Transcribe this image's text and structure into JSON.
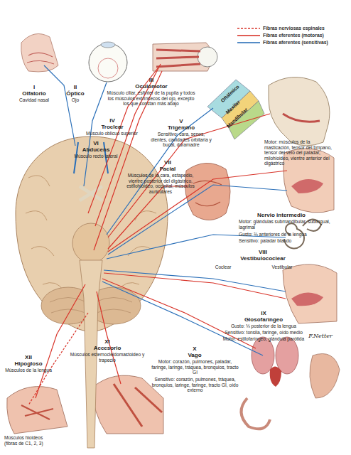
{
  "diagram": {
    "labels": [
      "I",
      "Olfatorio",
      "Cavidad nasal",
      "II",
      "Óptico",
      "Ojo",
      "III",
      "Oculomotor",
      "Músculo ciliar, esfínter de la pupila y todos los músculos extrínsecos del ojo, excepto los que constan más abajo",
      "IV",
      "Troclear",
      "Músculo oblicuo superior",
      "VI",
      "Abducens",
      "Músculo recto lateral",
      "V",
      "Trigémino",
      "Sensitivo: cara, senos, dientes, cavidades orbitaria y bucal, duramadre",
      "Oftálmico",
      "Maxilar",
      "Mandibular",
      "Motor: músculos de la masticación, tensor del tímpano, tensor del velo del paladar, milohioideo, vientre anterior del digástrico",
      "VII",
      "Facial",
      "Músculos de la cara, estapedio, vientre posterior del digástrico, estilohioideo, occipital, músculos auriculares",
      "Nervio intermedio",
      "Motor: glándulas submandibular, sublingual, lagrimal",
      "Gusto: ⅔ anteriores de la lengua",
      "Sensitivo: paladar blando",
      "VIII",
      "Vestibulococlear",
      "Coclear",
      "Vestibular",
      "IX",
      "Glosofaríngeo",
      "Gusto: ⅓ posterior de la lengua",
      "Sensitivo: tonsila, faringe, oído medio",
      "Motor: estilofaríngeo, glándula parótida",
      "X",
      "Vago",
      "Motor: corazón, pulmones, paladar, faringe, laringe, tráquea, bronquios, tracto GI",
      "Sensitivo: corazón, pulmones, tráquea, bronquios, laringe, faringe, tracto GI, oído externo",
      "XI",
      "Accesorio",
      "Músculos esternocleidomastoideo y trapecio",
      "XII",
      "Hipogloso",
      "Músculos de la lengua",
      "Músculos hioideos (fibras de C1, 2, 3)",
      "F.Netter"
    ],
    "legend": [
      {
        "text": "Fibras nerviosas espinales"
      },
      {
        "text": "Fibras eferentes (motoras)"
      },
      {
        "text": "Fibras aferentes (sensitivas)"
      }
    ]
  }
}
